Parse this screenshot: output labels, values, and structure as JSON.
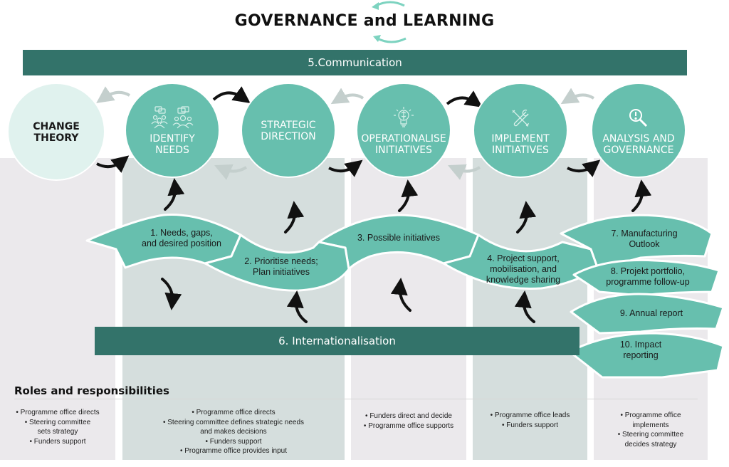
{
  "title": "GOVERNANCE and LEARNING",
  "colors": {
    "teal": "#67bfae",
    "dark_teal": "#33736a",
    "pale_teal": "#e0f2ee",
    "column_light": "#ebe9ec",
    "column_dark": "#d5dedd",
    "arrow_black": "#111111",
    "arrow_grey": "#c4cfcd",
    "cycle_arrow": "#7dd3c0"
  },
  "bars": {
    "communication": "5.Communication",
    "internationalisation": "6. Internationalisation"
  },
  "phases": [
    {
      "label": "CHANGE\nTHEORY",
      "icon": "none"
    },
    {
      "label": "IDENTIFY\nNEEDS",
      "icon": "people-dialogue-icon"
    },
    {
      "label": "STRATEGIC\nDIRECTION",
      "icon": "none"
    },
    {
      "label": "OPERATIONALISE\nINITIATIVES",
      "icon": "lightbulb-brain-icon"
    },
    {
      "label": "IMPLEMENT\nINITIATIVES",
      "icon": "tools-icon"
    },
    {
      "label": "ANALYSIS AND\nGOVERNANCE",
      "icon": "magnifier-exclamation-icon"
    }
  ],
  "steps": [
    {
      "label": "1.   Needs, gaps,\nand desired position"
    },
    {
      "label": "2.   Prioritise needs;\n    Plan initiatives"
    },
    {
      "label": "3.   Possible initiatives"
    },
    {
      "label": "4.  Project support,\nmobilisation, and\nknowledge sharing"
    },
    {
      "label": "7.  Manufacturing\nOutlook"
    },
    {
      "label": "8.  Projekt portfolio,\nprogramme follow-up"
    },
    {
      "label": "9.   Annual report"
    },
    {
      "label": "10. Impact\nreporting"
    }
  ],
  "roles": {
    "title": "Roles and responsibilities",
    "columns": [
      [
        "• Programme office directs",
        "• Steering committee\nsets strategy",
        "• Funders support"
      ],
      [
        "• Programme office directs",
        "• Steering committee defines strategic needs\nand makes decisions",
        "• Funders support",
        "• Programme office provides input"
      ],
      [
        "• Funders direct and decide",
        "• Programme office supports"
      ],
      [
        "• Programme office leads",
        "• Funders support"
      ],
      [
        "• Programme office\nimplements",
        "• Steering committee\ndecides strategy"
      ]
    ]
  }
}
